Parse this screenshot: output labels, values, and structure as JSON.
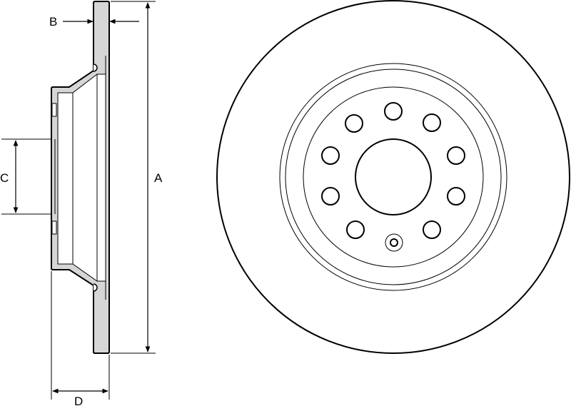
{
  "labels": {
    "a": "A",
    "b": "B",
    "c": "C",
    "d": "D"
  },
  "colors": {
    "section_fill": "#d6d6d6",
    "line": "#000000"
  }
}
